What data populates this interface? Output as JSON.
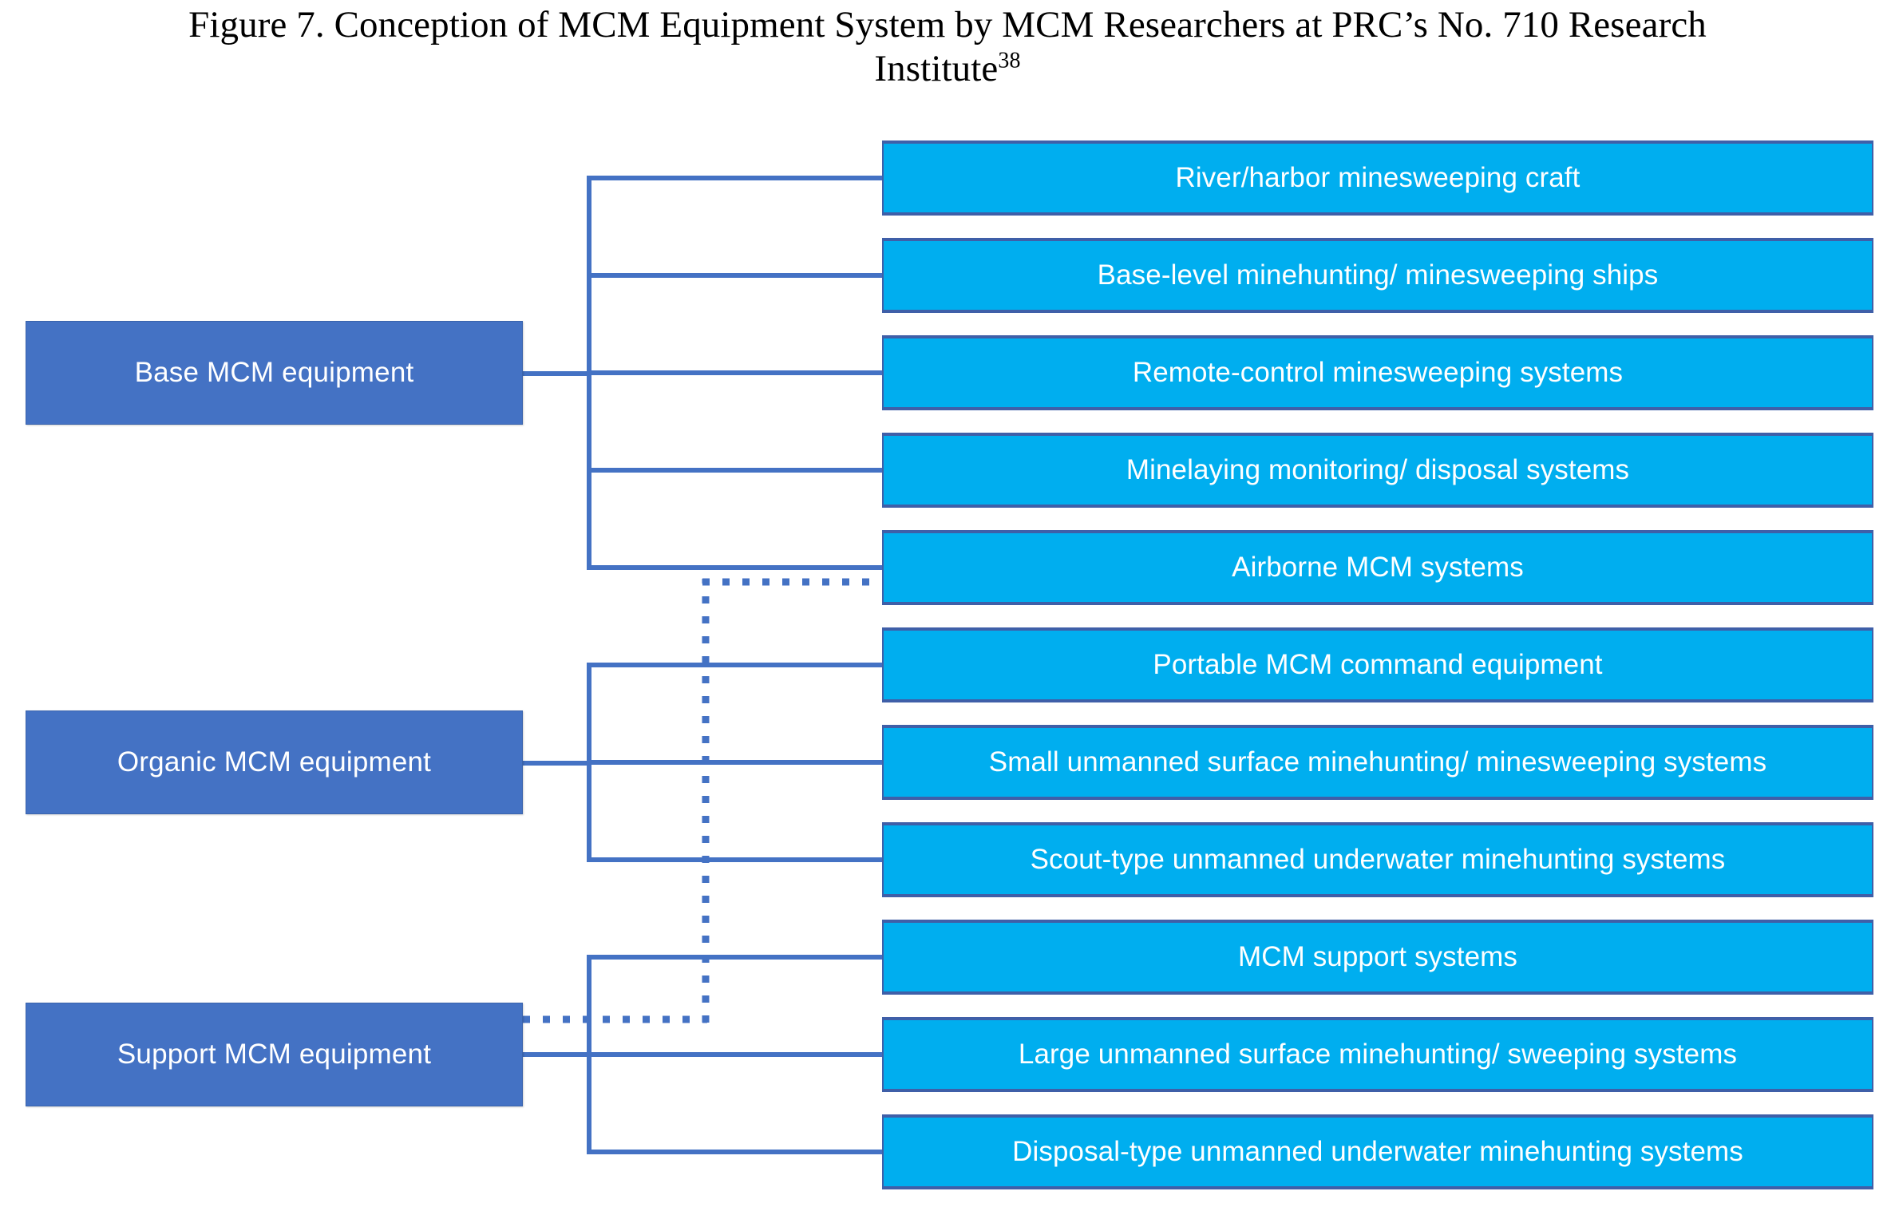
{
  "figure": {
    "title_line1": "Figure 7. Conception of MCM Equipment System by MCM Researchers at PRC’s No. 710 Research",
    "title_line2": "Institute",
    "title_footnote": "38"
  },
  "colors": {
    "category_fill": "#4472C4",
    "item_fill": "#00AEEF",
    "connector": "#4472C4",
    "item_border": "#3F5FA8",
    "text_on_fill": "#FFFFFF",
    "title_text": "#000000",
    "background": "#FFFFFF"
  },
  "categories": [
    {
      "id": "base",
      "label": "Base MCM equipment"
    },
    {
      "id": "organic",
      "label": "Organic MCM equipment"
    },
    {
      "id": "support",
      "label": "Support MCM equipment"
    }
  ],
  "items": [
    {
      "index": 1,
      "label": "River/harbor minesweeping craft",
      "parent": "base"
    },
    {
      "index": 2,
      "label": "Base-level minehunting/ minesweeping ships",
      "parent": "base"
    },
    {
      "index": 3,
      "label": "Remote-control minesweeping systems",
      "parent": "base"
    },
    {
      "index": 4,
      "label": "Minelaying monitoring/ disposal systems",
      "parent": "base"
    },
    {
      "index": 5,
      "label": "Airborne MCM systems",
      "parent": "base"
    },
    {
      "index": 6,
      "label": "Portable MCM command equipment",
      "parent": "organic"
    },
    {
      "index": 7,
      "label": "Small unmanned surface minehunting/ minesweeping systems",
      "parent": "organic"
    },
    {
      "index": 8,
      "label": "Scout-type unmanned underwater minehunting systems",
      "parent": "organic"
    },
    {
      "index": 9,
      "label": "MCM support systems",
      "parent": "support"
    },
    {
      "index": 10,
      "label": "Large unmanned surface minehunting/ sweeping systems",
      "parent": "support"
    },
    {
      "index": 11,
      "label": "Disposal-type unmanned underwater minehunting systems",
      "parent": "support"
    }
  ],
  "links": {
    "solid_groups": [
      {
        "from": "base",
        "to_items": [
          1,
          2,
          3,
          4,
          5
        ]
      },
      {
        "from": "organic",
        "to_items": [
          6,
          7,
          8
        ]
      },
      {
        "from": "support",
        "to_items": [
          9,
          10,
          11
        ]
      }
    ],
    "dashed": [
      {
        "from": "support",
        "to_item": 5,
        "style": "dotted"
      }
    ]
  }
}
